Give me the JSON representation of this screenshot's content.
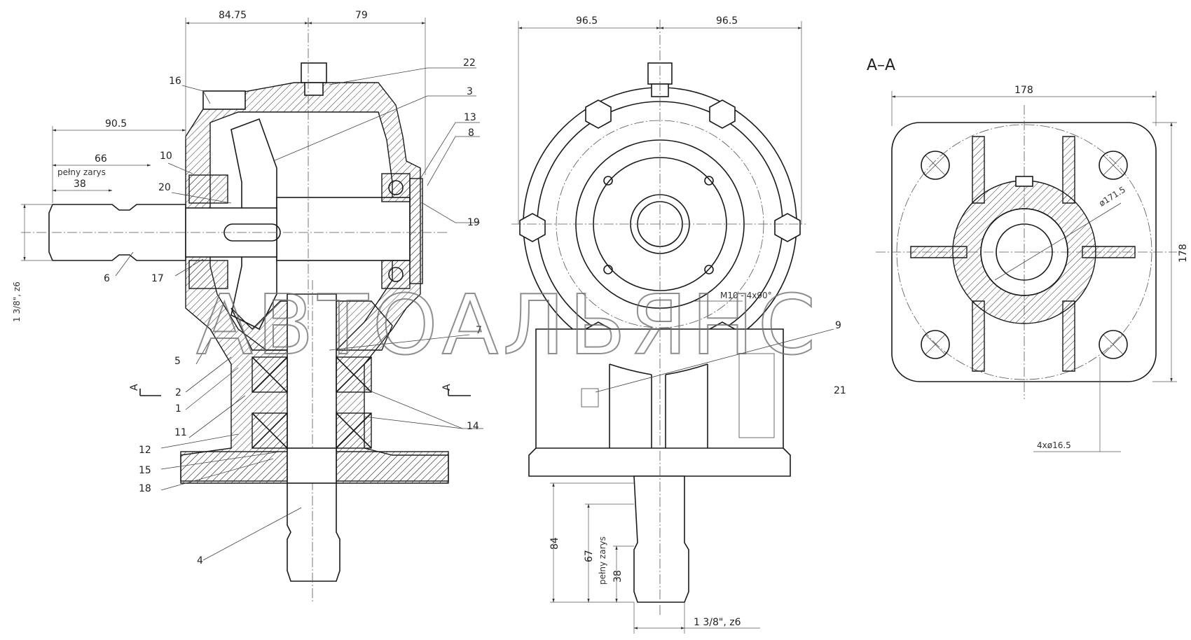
{
  "dimensions": {
    "top_left": "84.75",
    "top_right": "79",
    "shaft_90_5": "90.5",
    "shaft_66": "66",
    "shaft_pelny": "pełny zarys",
    "shaft_38": "38",
    "shaft_spline": "1 3/8\", z6",
    "front_left": "96.5",
    "front_right": "96.5",
    "bolt_spec": "M10 - 4x90°",
    "bottom_84": "84",
    "bottom_67": "67",
    "bottom_pelny": "pełny zarys",
    "bottom_38": "38",
    "bottom_spline": "1 3/8\", z6",
    "aa_width": "178",
    "aa_height": "178",
    "aa_diameter": "ø171.5",
    "aa_holes": "4xø16.5"
  },
  "section_marks": {
    "view_title": "A–A",
    "mark_left": "A",
    "mark_right": "A"
  },
  "callouts": [
    "22",
    "3",
    "16",
    "13",
    "8",
    "10",
    "20",
    "19",
    "6",
    "17",
    "9",
    "7",
    "5",
    "2",
    "1",
    "11",
    "14",
    "12",
    "15",
    "18",
    "4",
    "21"
  ],
  "watermark": "АВТОАЛЬЯНС"
}
